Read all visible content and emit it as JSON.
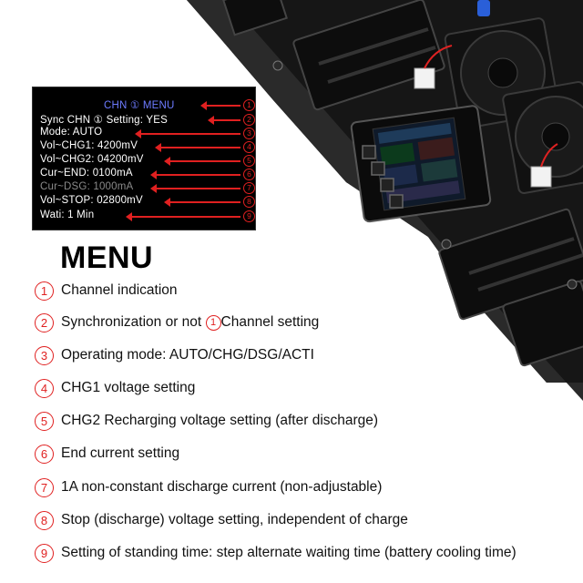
{
  "lcd": {
    "title": "CHN ① MENU",
    "lines": [
      "Sync CHN ① Setting:  YES",
      "Mode:  AUTO",
      "Vol~CHG1:  4200mV",
      "Vol~CHG2:  04200mV",
      "Cur~END:  0100mA",
      "Cur~DSG:  1000mA",
      "Vol~STOP:  02800mV",
      "Wati:  1 Min"
    ],
    "markers": [
      "1",
      "2",
      "3",
      "4",
      "5",
      "6",
      "7",
      "8",
      "9"
    ]
  },
  "menu_title": "MENU",
  "legend": [
    {
      "num": "1",
      "text": "Channel indication"
    },
    {
      "num": "2",
      "text_before": "Synchronization or not ",
      "inline_num": "1",
      "text_after": "Channel setting"
    },
    {
      "num": "3",
      "text": "Operating mode: AUTO/CHG/DSG/ACTI"
    },
    {
      "num": "4",
      "text": "CHG1 voltage setting"
    },
    {
      "num": "5",
      "text": "CHG2 Recharging voltage setting (after discharge)"
    },
    {
      "num": "6",
      "text": "End current setting"
    },
    {
      "num": "7",
      "text": "1A non-constant discharge current (non-adjustable)"
    },
    {
      "num": "8",
      "text": "Stop (discharge) voltage setting, independent of charge"
    },
    {
      "num": "9",
      "text": "Setting of standing time: step alternate waiting time (battery cooling time)"
    }
  ],
  "colors": {
    "accent": "#e02020",
    "lcd_title": "#6d7bff",
    "board": "#1b1b1b"
  }
}
